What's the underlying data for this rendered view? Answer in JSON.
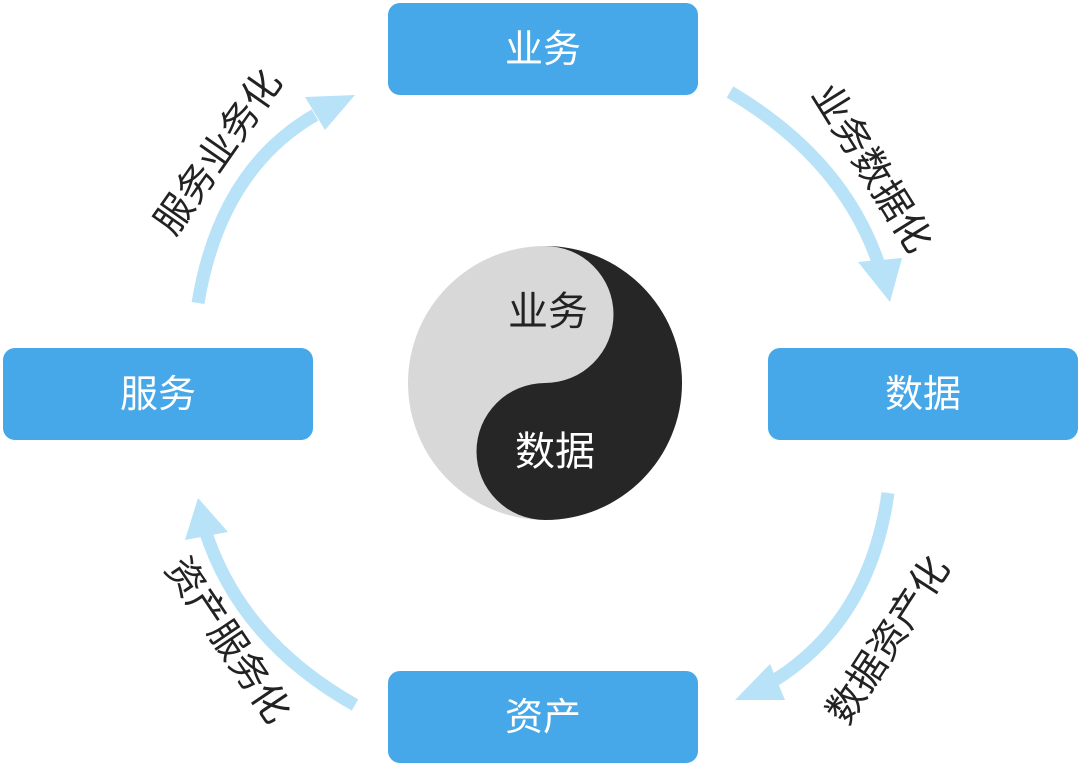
{
  "nodes": {
    "top": "业务",
    "right": "数据",
    "bottom": "资产",
    "left": "服务"
  },
  "edges": {
    "top_right": "业务数据化",
    "right_bottom": "数据资产化",
    "bottom_left": "资产服务化",
    "left_top": "服务业务化"
  },
  "center": {
    "top_label": "业务",
    "bottom_label": "数据"
  },
  "colors": {
    "node_fill": "#46a8e8",
    "arrow": "#b8e2f8",
    "yin": "#262626",
    "yang": "#d8d8d8"
  }
}
